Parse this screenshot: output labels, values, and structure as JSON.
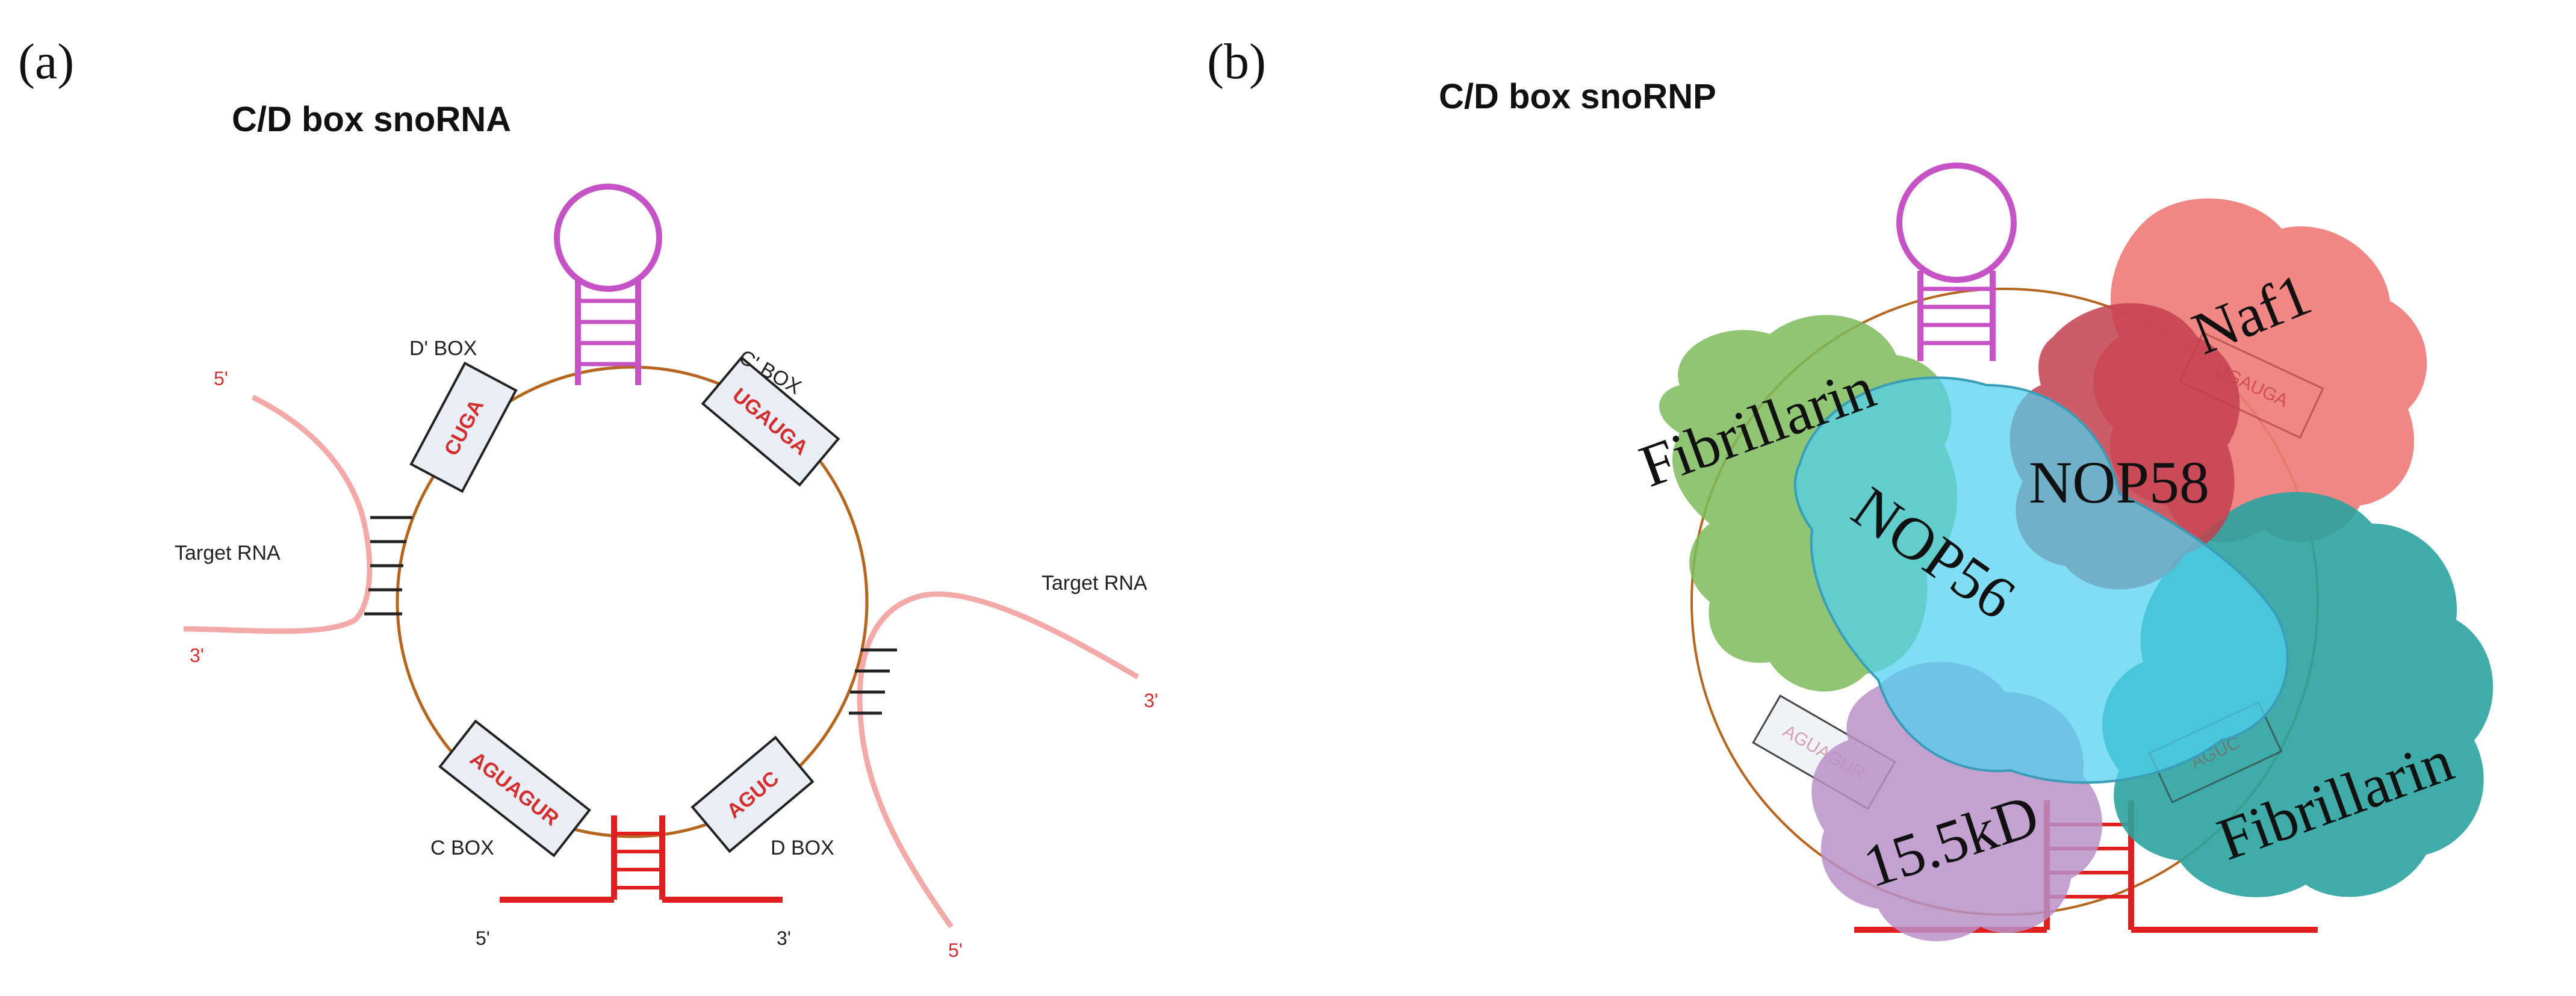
{
  "panel_a": {
    "label": "(a)",
    "title": "C/D box snoRNA",
    "boxes": {
      "d_prime_label": "D' BOX",
      "d_prime_seq": "CUGA",
      "c_prime_label": "C' BOX",
      "c_prime_seq": "UGAUGA",
      "c_label": "C BOX",
      "c_seq": "AGUAGUR",
      "d_label": "D BOX",
      "d_seq": "AGUC"
    },
    "target_left": {
      "label": "Target RNA",
      "five": "5'",
      "three": "3'"
    },
    "target_right": {
      "label": "Target RNA",
      "three": "3'",
      "five": "5'"
    },
    "stem_ends": {
      "five": "5'",
      "three": "3'"
    }
  },
  "panel_b": {
    "label": "(b)",
    "title": "C/D box snoRNP",
    "proteins": {
      "fibrillarin_left": "Fibrillarin",
      "nop56": "NOP56",
      "nop58": "NOP58",
      "naf1": "Naf1",
      "k15": "15.5kD",
      "fibrillarin_right": "Fibrillarin"
    },
    "faint_boxes": {
      "c_prime_seq": "UGAUGA",
      "c_seq": "AGUAGUR",
      "d_seq": "AGUC"
    }
  },
  "colors": {
    "snoRNA_ring": "#b5651d",
    "hairpin": "#c653c6",
    "stem": "#e02020",
    "target_rna": "#f4a9a9",
    "box_fill": "#e9eef6",
    "fibrillarin_green": "#7cbb5a",
    "nop56_cyan": "#4fd0ee",
    "nop58_red": "#c44050",
    "naf1_salmon": "#ee7a78",
    "k15_purple": "#b890c8",
    "fibrillarin_teal": "#2aa3a0"
  }
}
